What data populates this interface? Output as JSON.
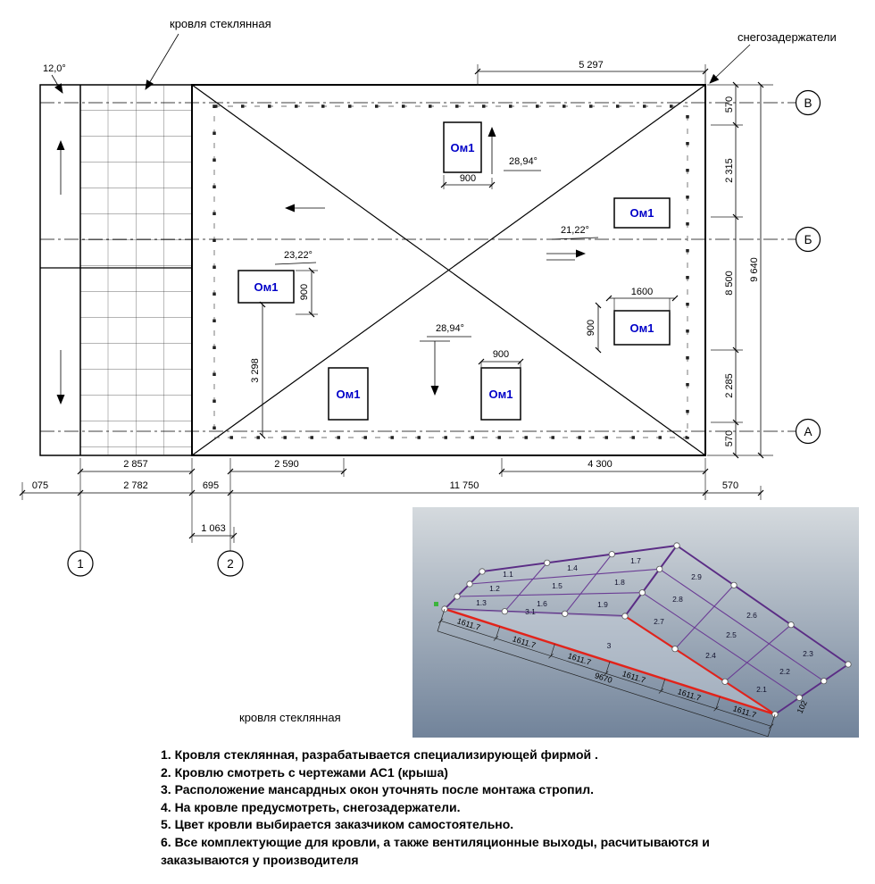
{
  "labels": {
    "glass_roof_top": "кровля стеклянная",
    "glass_roof_bottom": "кровля стеклянная",
    "snow_guards": "снегозадержатели",
    "window": "Ом1"
  },
  "angles": {
    "slope_left": "12,0°",
    "top_window": "28,94°",
    "center_right": "21,22°",
    "left_window": "23,22°",
    "center_bottom": "28,94°"
  },
  "dims": {
    "top": "5 297",
    "w900_top": "900",
    "w900_b3": "900",
    "w1600": "1600",
    "w900_b4": "900",
    "w900_b6": "900",
    "v3298": "3 298",
    "right": {
      "s570t": "570",
      "s2315": "2 315",
      "s8500": "8 500",
      "s9640": "9 640",
      "s2285": "2 285",
      "s570b": "570"
    },
    "bottom": {
      "b2857": "2 857",
      "b2590": "2 590",
      "b4300": "4 300",
      "b075": "075",
      "b2782": "2 782",
      "b695": "695",
      "b11750": "11 750",
      "b570": "570",
      "b1063": "1 063"
    }
  },
  "axes": {
    "row_b": "В",
    "row_bb": "Б",
    "row_a": "А",
    "col_1": "1",
    "col_2": "2"
  },
  "iso": {
    "f1": [
      "1.1",
      "1.4",
      "1.7",
      "1.2",
      "1.5",
      "1.8",
      "1.3",
      "1.6",
      "1.9"
    ],
    "f2": [
      "2.9",
      "2.6",
      "2.3",
      "2.8",
      "2.5",
      "2.2",
      "2.7",
      "2.4",
      "2.1"
    ],
    "f3": [
      "3.1",
      "3"
    ],
    "seg": "1611.7",
    "total": "9670",
    "h": "102"
  },
  "notes": [
    "1. Кровля стеклянная, разрабатывается специализирующей фирмой .",
    "2. Кровлю смотреть с чертежами АС1 (крыша)",
    "3. Расположение мансардных окон уточнять после монтажа стропил.",
    "4. На кровле предусмотреть, снегозадержатели.",
    "5. Цвет кровли выбирается заказчиком самостоятельно.",
    "6. Все комплектующие для кровли, а также вентиляционные выходы, расчитываются и заказываются у производителя"
  ],
  "colors": {
    "window_text": "#0000c8",
    "frame_purple": "#5b2d85",
    "accent_red": "#e2231a"
  }
}
